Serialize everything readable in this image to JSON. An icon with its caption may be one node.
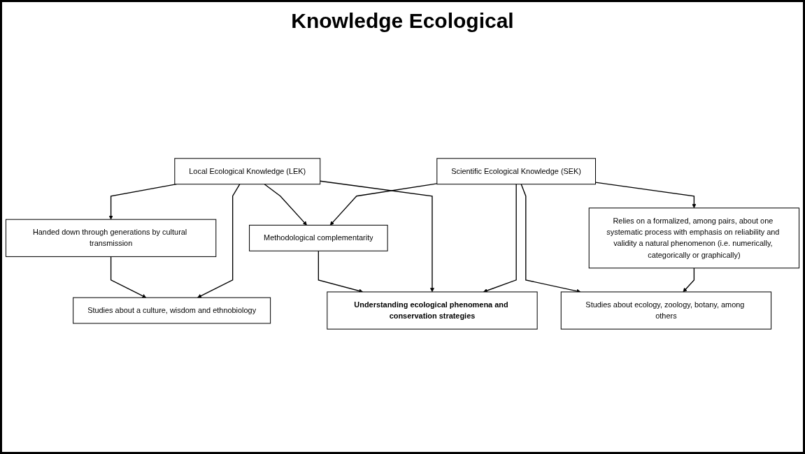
{
  "diagram": {
    "title": "Knowledge Ecological",
    "nodes": [
      {
        "text": [
          "Local Ecological Knowledge (LEK)"
        ]
      },
      {
        "text": [
          "Scientific Ecological Knowledge (SEK)"
        ]
      },
      {
        "text": [
          "Handed down through generations by cultural transmission"
        ]
      },
      {
        "text": [
          "Relies on a formalized, among pairs, about one systematic process with emphasis on reliability and validity a natural phenomenon (i.e. numerically, categorically or graphically)"
        ]
      },
      {
        "text": [
          "Studies about a culture, wisdom and ethnobiology"
        ]
      },
      {
        "text": [
          "Studies about ecology, zoology, botany, among others"
        ]
      },
      {
        "text": [
          "Methodological complementarity"
        ]
      },
      {
        "text": [
          "Understanding ecological phenomena and conservation strategies"
        ]
      }
    ],
    "edges": [
      {
        "from": 0,
        "to": 2,
        "arrow": "to"
      },
      {
        "from": 2,
        "to": 4,
        "arrow": "to"
      },
      {
        "from": 0,
        "to": 4,
        "arrow": "to"
      },
      {
        "from": 0,
        "to": 6,
        "arrow": "to"
      },
      {
        "from": 1,
        "to": 6,
        "arrow": "to"
      },
      {
        "from": 1,
        "to": 5,
        "arrow": "to"
      },
      {
        "from": 1,
        "to": 3,
        "arrow": "to"
      },
      {
        "from": 3,
        "to": 5,
        "arrow": "to"
      },
      {
        "from": 6,
        "to": 7,
        "arrow": "to"
      },
      {
        "from": 0,
        "to": 7,
        "arrow": "to"
      },
      {
        "from": 1,
        "to": 7,
        "arrow": "to"
      }
    ]
  }
}
